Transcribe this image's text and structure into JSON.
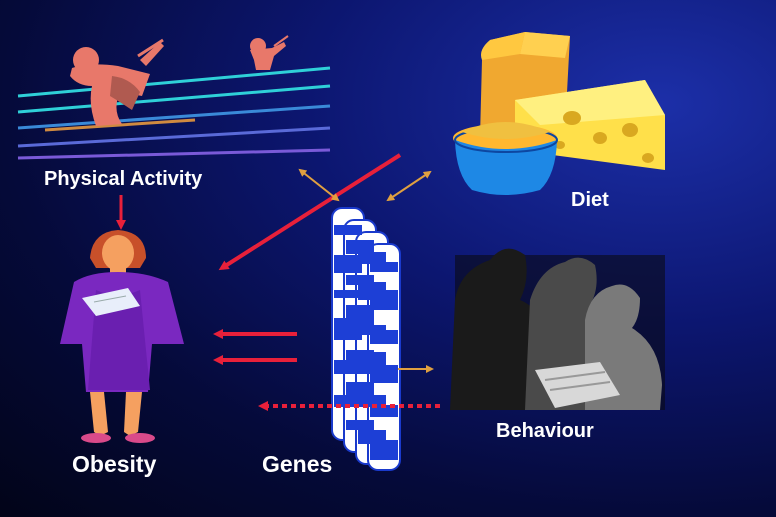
{
  "labels": {
    "physical_activity": "Physical Activity",
    "diet": "Diet",
    "behaviour": "Behaviour",
    "obesity": "Obesity",
    "genes": "Genes"
  },
  "colors": {
    "background": "#0c1670",
    "influence_arrow": "#e8203a",
    "interaction_arrow": "#e0a040",
    "label_text": "#ffffff"
  }
}
